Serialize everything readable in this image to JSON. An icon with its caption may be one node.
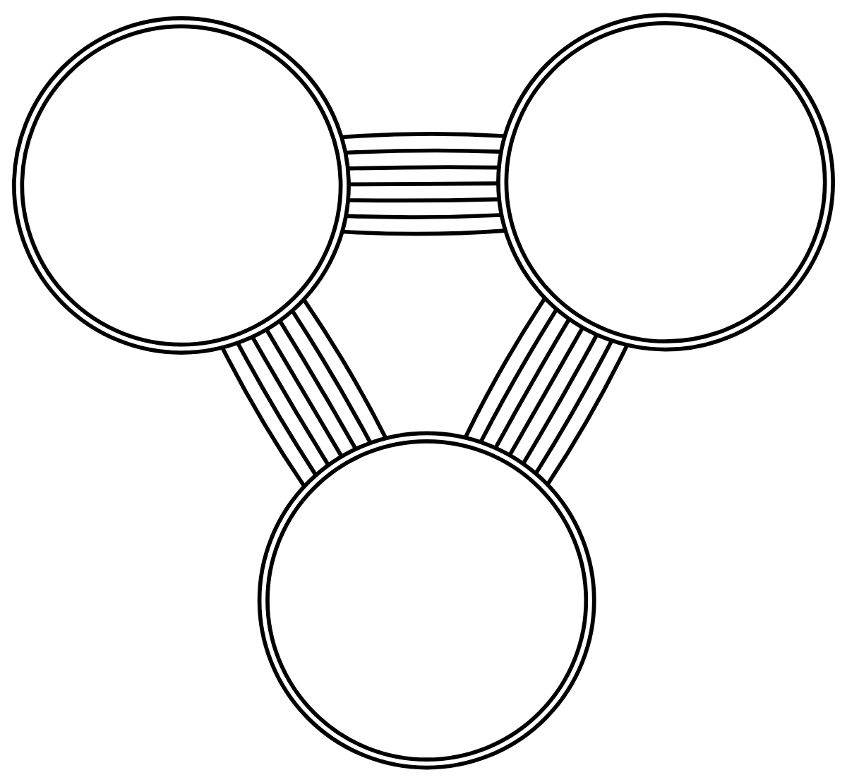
{
  "diagram": {
    "nodes": [
      {
        "text": [],
        "shape": "ring"
      },
      {
        "text": [],
        "shape": "ring"
      },
      {
        "text": [],
        "shape": "ring"
      }
    ],
    "edges": [
      {
        "from": 0,
        "to": 1,
        "arrow": "none"
      },
      {
        "from": 0,
        "to": 1,
        "arrow": "none"
      },
      {
        "from": 0,
        "to": 1,
        "arrow": "none"
      },
      {
        "from": 0,
        "to": 1,
        "arrow": "none"
      },
      {
        "from": 0,
        "to": 1,
        "arrow": "none"
      },
      {
        "from": 0,
        "to": 1,
        "arrow": "none"
      },
      {
        "from": 0,
        "to": 1,
        "arrow": "none"
      },
      {
        "from": 0,
        "to": 2,
        "arrow": "none"
      },
      {
        "from": 0,
        "to": 2,
        "arrow": "none"
      },
      {
        "from": 0,
        "to": 2,
        "arrow": "none"
      },
      {
        "from": 0,
        "to": 2,
        "arrow": "none"
      },
      {
        "from": 0,
        "to": 2,
        "arrow": "none"
      },
      {
        "from": 0,
        "to": 2,
        "arrow": "none"
      },
      {
        "from": 0,
        "to": 2,
        "arrow": "none"
      },
      {
        "from": 1,
        "to": 2,
        "arrow": "none"
      },
      {
        "from": 1,
        "to": 2,
        "arrow": "none"
      },
      {
        "from": 1,
        "to": 2,
        "arrow": "none"
      },
      {
        "from": 1,
        "to": 2,
        "arrow": "none"
      },
      {
        "from": 1,
        "to": 2,
        "arrow": "none"
      },
      {
        "from": 1,
        "to": 2,
        "arrow": "none"
      },
      {
        "from": 1,
        "to": 2,
        "arrow": "none"
      }
    ]
  }
}
